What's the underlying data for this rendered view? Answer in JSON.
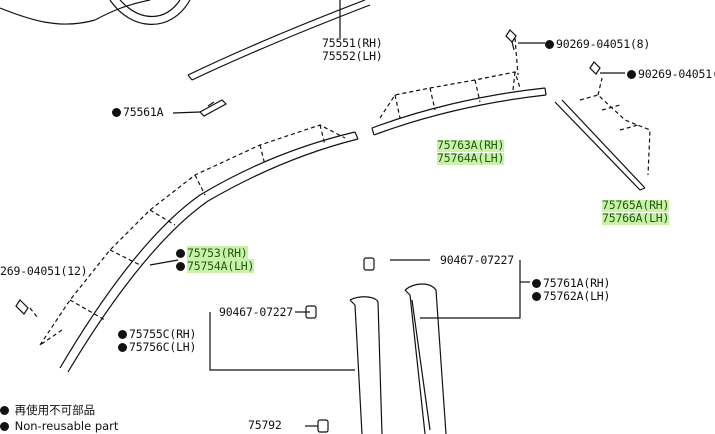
{
  "parts": {
    "p1": "75551(RH)",
    "p2": "75552(LH)",
    "p3": "75561A",
    "p4": "90269-04051(8)",
    "p5": "90269-04051(",
    "p6": "75763A(RH)",
    "p7": "75764A(LH)",
    "p8": "75765A(RH)",
    "p9": "75766A(LH)",
    "p10": "269-04051(12)",
    "p11": "75753(RH)",
    "p12": "75754A(LH)",
    "p13": "90467-07227",
    "p14": "75761A(RH)",
    "p15": "75762A(LH)",
    "p16": "90467-07227",
    "p17": "75755C(RH)",
    "p18": "75756C(LH)",
    "p19": "75792"
  },
  "legend": {
    "line1": "再使用不可部品",
    "line2": "Non-reusable part"
  },
  "colors": {
    "highlight": "#c9f2a8",
    "ink": "#111111"
  }
}
